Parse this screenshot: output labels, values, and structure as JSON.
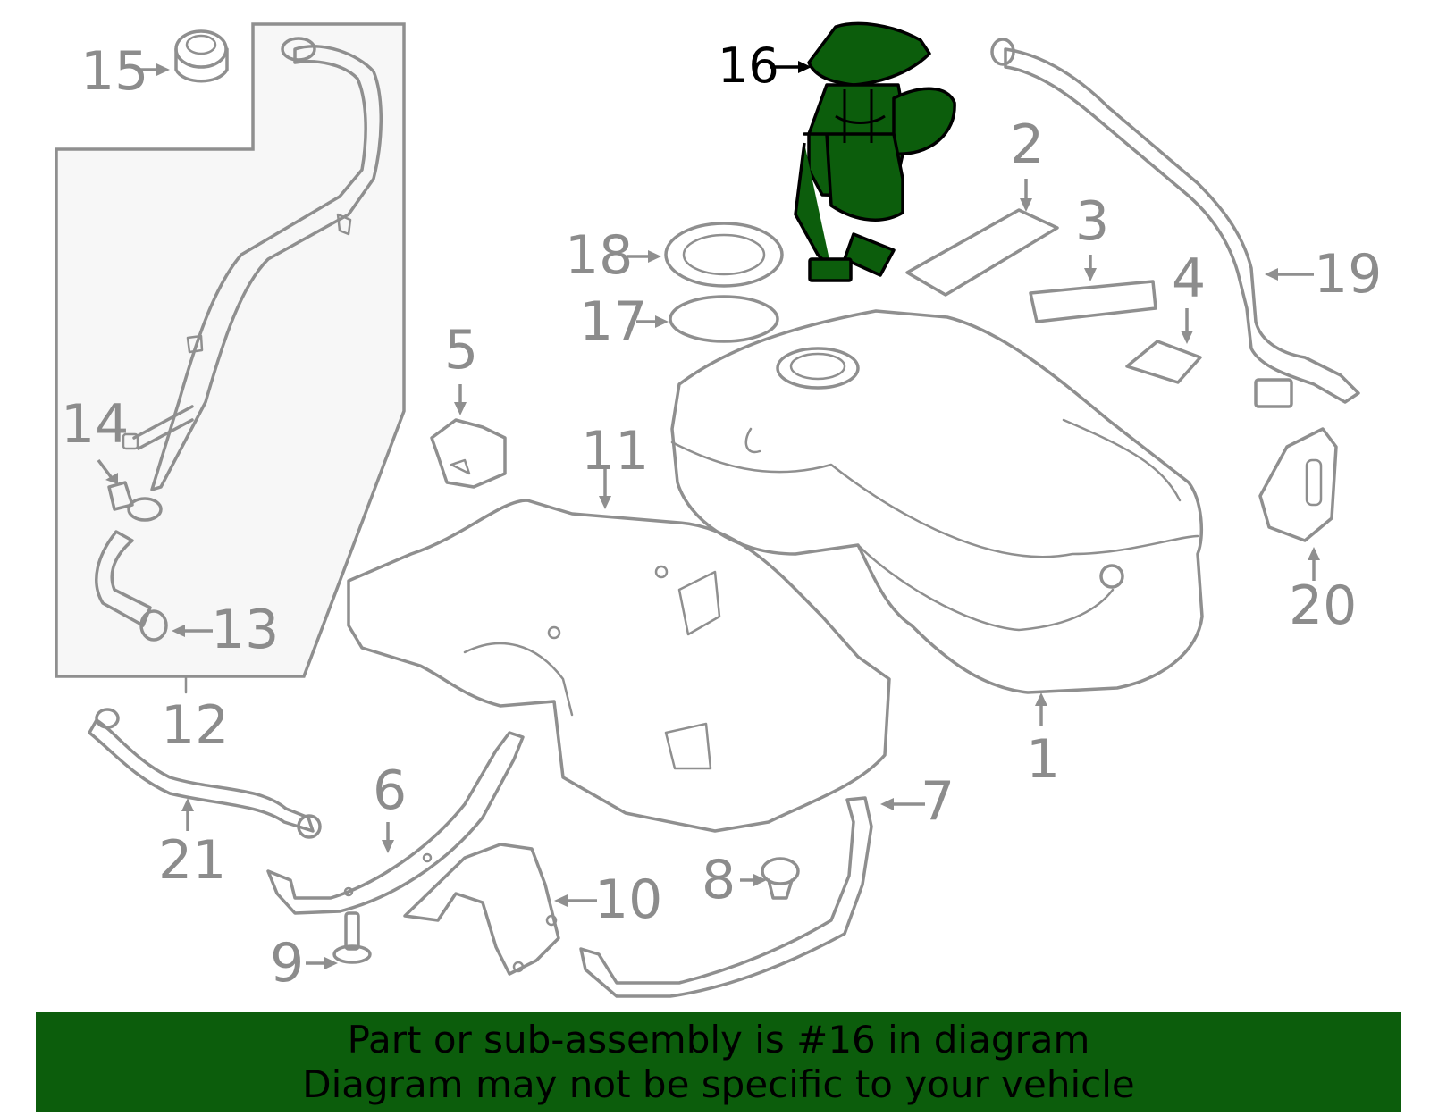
{
  "callouts": {
    "c1": "1",
    "c2": "2",
    "c3": "3",
    "c4": "4",
    "c5": "5",
    "c6": "6",
    "c7": "7",
    "c8": "8",
    "c9": "9",
    "c10": "10",
    "c11": "11",
    "c12": "12",
    "c13": "13",
    "c14": "14",
    "c15": "15",
    "c16": "16",
    "c17": "17",
    "c18": "18",
    "c19": "19",
    "c20": "20",
    "c21": "21"
  },
  "highlight": {
    "part": "16",
    "color": "#0c5d0c"
  },
  "banner": {
    "line1": "Part or sub-assembly is #16 in diagram",
    "line2": "Diagram may not be specific to your vehicle",
    "background": "#0c5d0c"
  }
}
